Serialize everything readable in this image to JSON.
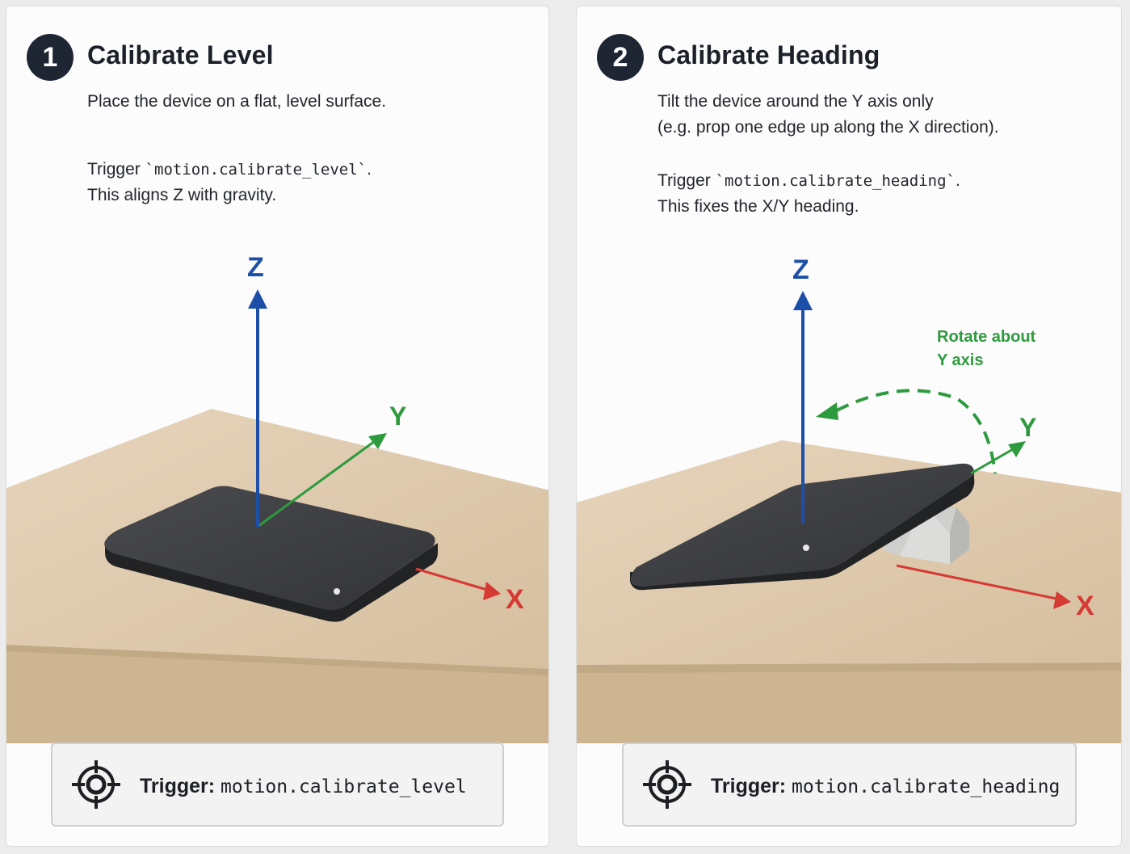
{
  "steps": [
    {
      "number": "1",
      "title": "Calibrate Level",
      "description_line1": "Place the device on a flat, level surface.",
      "trigger_line_prefix": "Trigger ",
      "trigger_line_code": "`motion.calibrate_level`",
      "trigger_line_suffix": ".",
      "result_line": "This aligns Z with gravity.",
      "axes": {
        "z": "Z",
        "y": "Y",
        "x": "X"
      },
      "trigger_box": {
        "label": "Trigger:",
        "code": "motion.calibrate_level",
        "icon": "target-crosshair-icon"
      }
    },
    {
      "number": "2",
      "title": "Calibrate Heading",
      "description_line1": "Tilt the device around the Y axis only",
      "description_line2": "(e.g. prop one edge up along the X direction).",
      "trigger_line_prefix": "Trigger ",
      "trigger_line_code": "`motion.calibrate_heading`",
      "trigger_line_suffix": ".",
      "result_line": "This fixes the X/Y heading.",
      "axes": {
        "z": "Z",
        "y": "Y",
        "x": "X"
      },
      "rotation_note_line1": "Rotate about",
      "rotation_note_line2": "Y axis",
      "trigger_box": {
        "label": "Trigger:",
        "code": "motion.calibrate_heading",
        "icon": "target-crosshair-icon"
      }
    }
  ],
  "colors": {
    "z_axis": "#1d4fa8",
    "y_axis": "#2e9a3e",
    "x_axis": "#d63a34",
    "badge": "#1f2633",
    "device": "#3b3c3f",
    "wood": "#ddc8ac"
  }
}
